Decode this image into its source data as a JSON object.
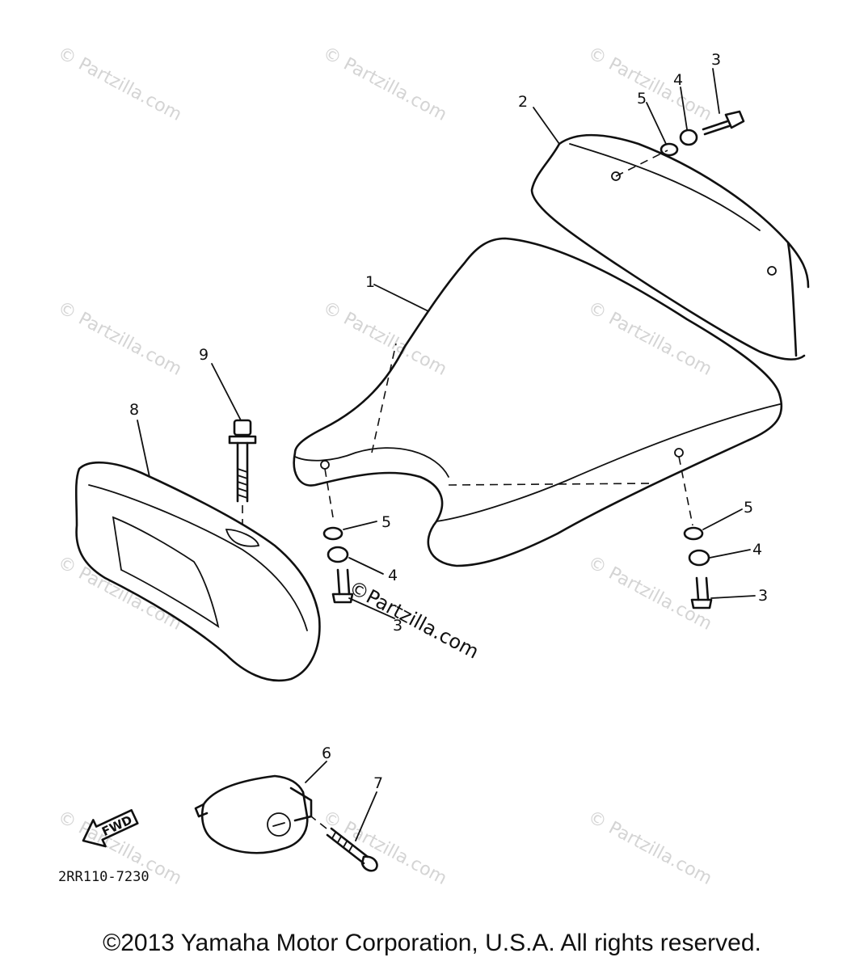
{
  "watermark": {
    "text": "© Partzilla.com",
    "center_text": "©Partzilla.com"
  },
  "callouts": {
    "c1": "1",
    "c2": "2",
    "c3a": "3",
    "c4a": "4",
    "c5a": "5",
    "c9": "9",
    "c8": "8",
    "c5b": "5",
    "c4b": "4",
    "c3b": "3",
    "c5c": "5",
    "c4c": "4",
    "c3c": "3",
    "c6": "6",
    "c7": "7"
  },
  "fwd_label": "FWD",
  "reference_code": "2RR110-7230",
  "copyright": "©2013  Yamaha Motor Corporation, U.S.A. All rights reserved.",
  "colors": {
    "line": "#111111",
    "watermark": "#d4d4d4",
    "background": "#ffffff"
  }
}
